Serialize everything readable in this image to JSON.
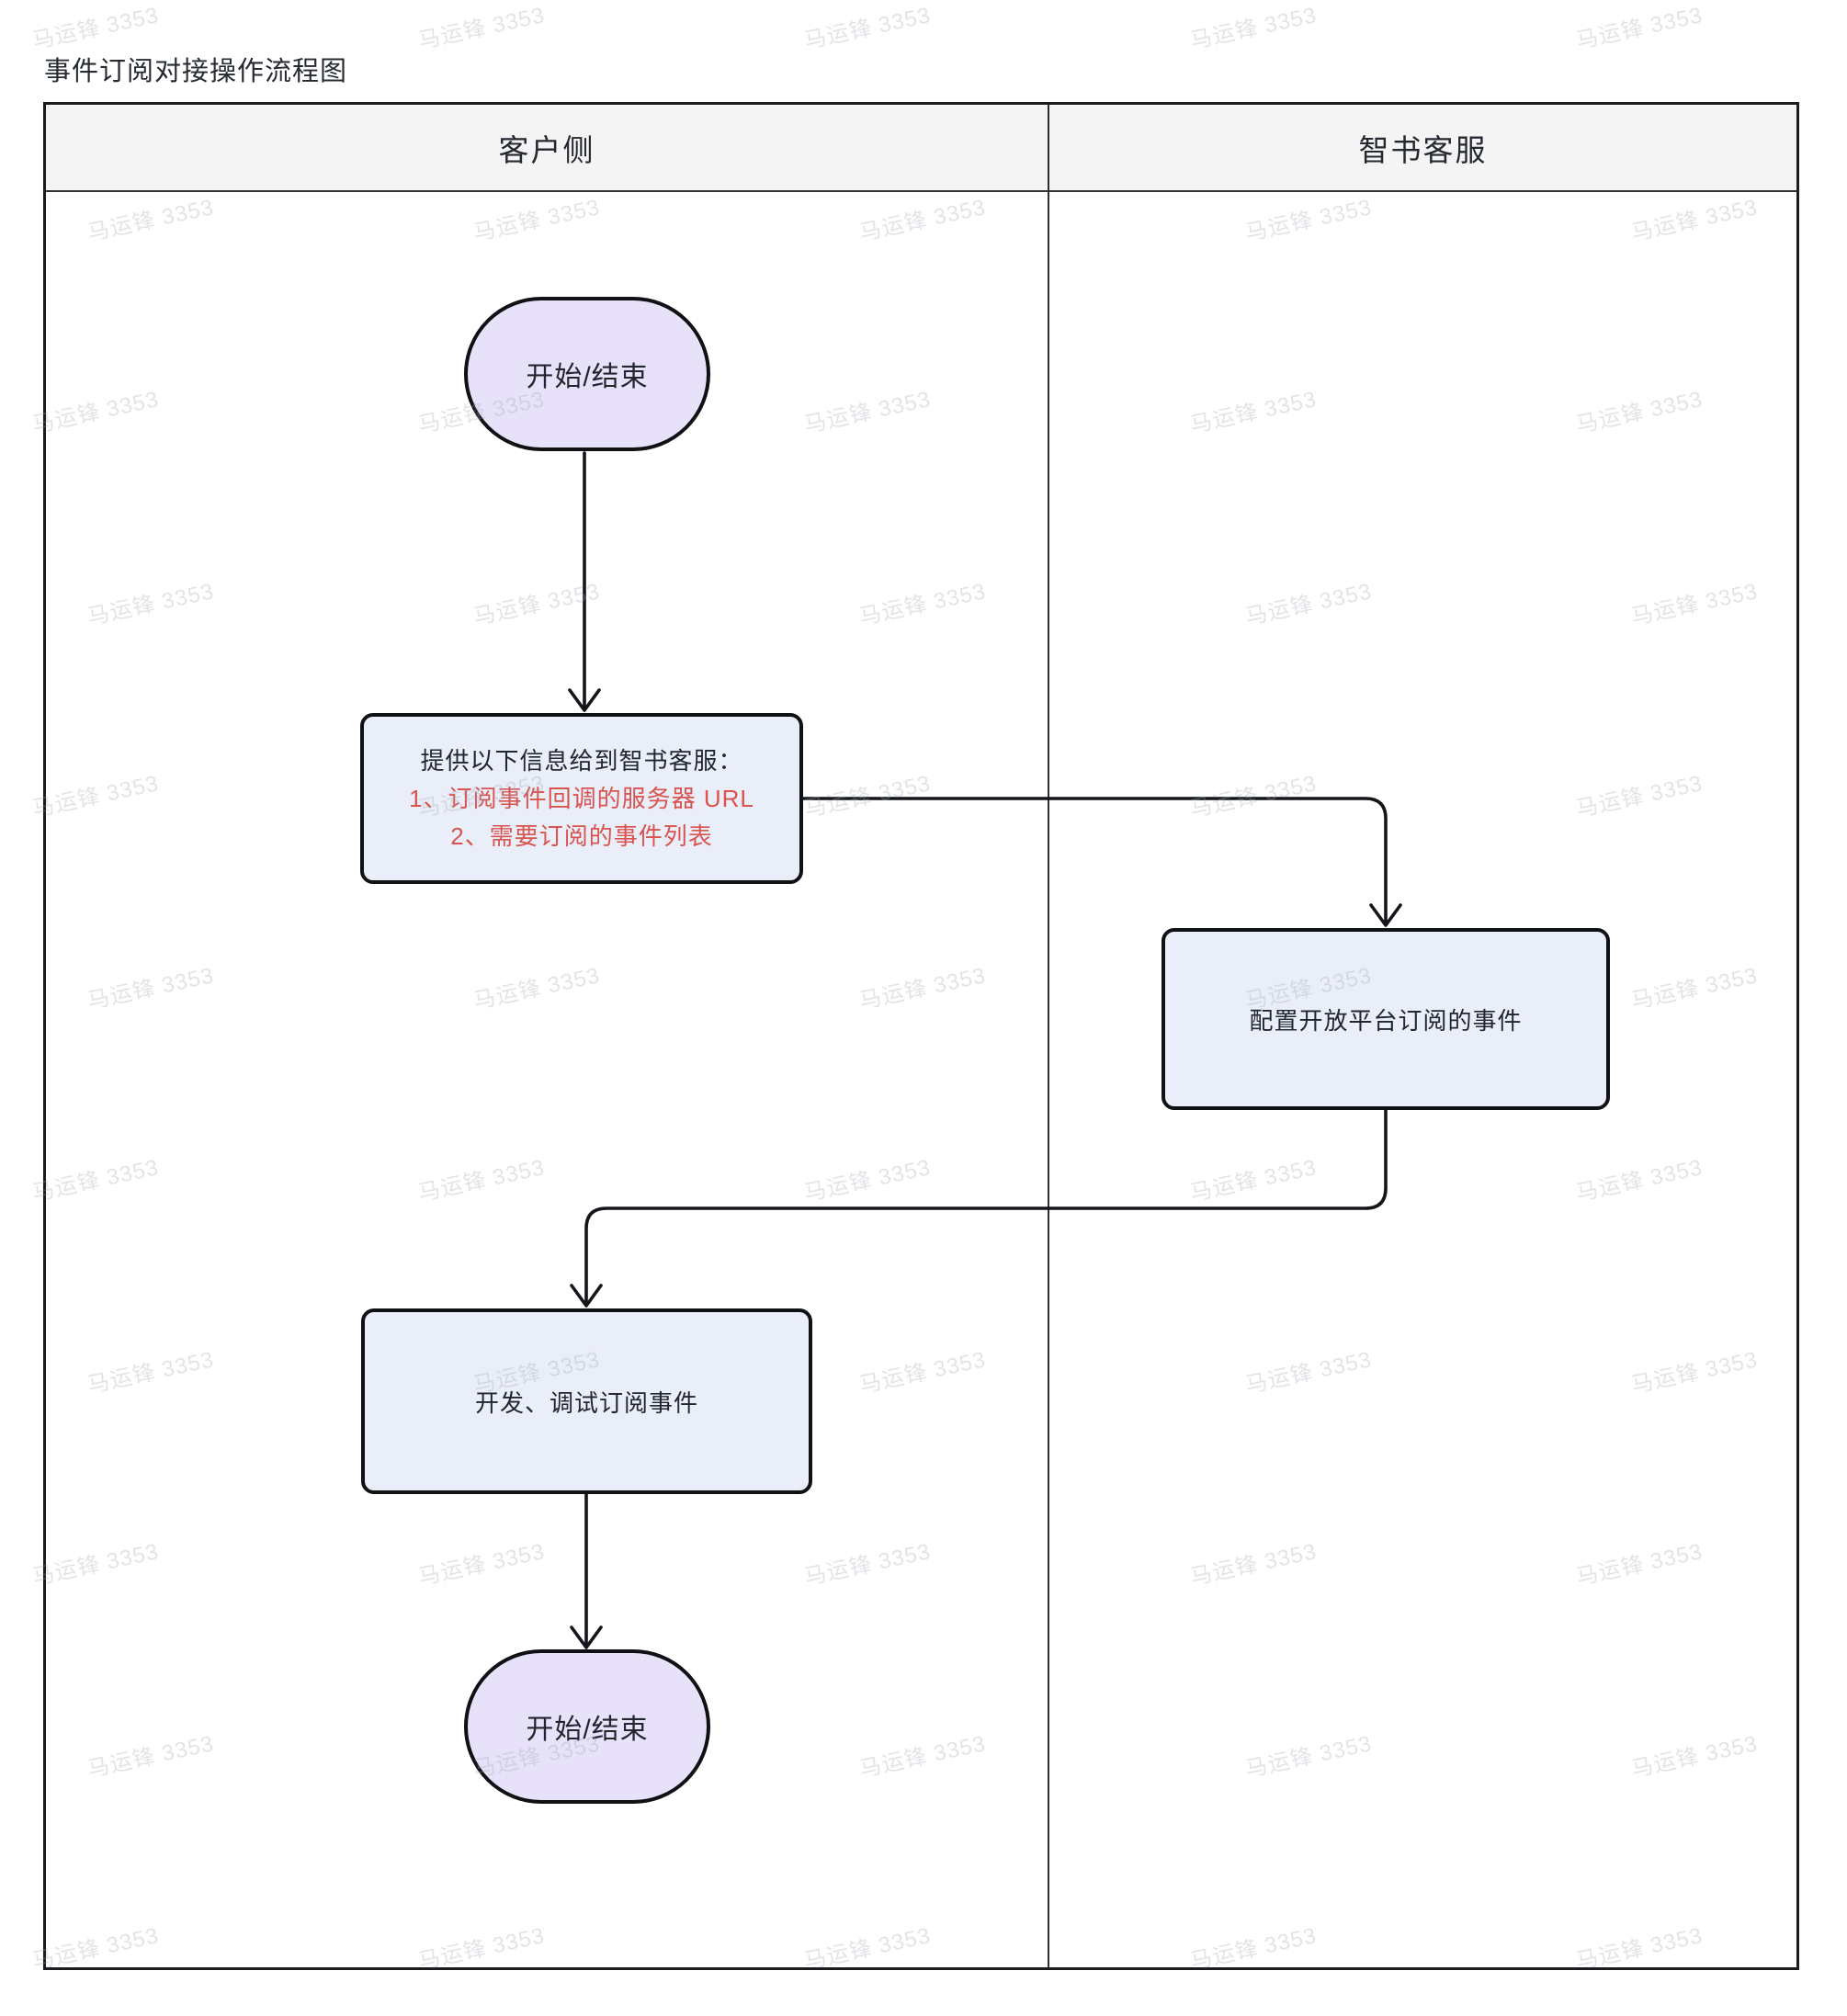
{
  "page": {
    "title": "事件订阅对接操作流程图"
  },
  "watermark": {
    "text": "马运锋 3353"
  },
  "lanes": {
    "left": {
      "label": "客户侧"
    },
    "right": {
      "label": "智书客服"
    }
  },
  "nodes": {
    "start": {
      "label": "开始/结束"
    },
    "provide_info": {
      "line1": "提供以下信息给到智书客服：",
      "line2": "1、订阅事件回调的服务器 URL",
      "line3": "2、需要订阅的事件列表"
    },
    "configure": {
      "label": "配置开放平台订阅的事件"
    },
    "develop": {
      "label": "开发、调试订阅事件"
    },
    "end": {
      "label": "开始/结束"
    }
  },
  "colors": {
    "terminal-fill": "#E8E1FA",
    "process-fill": "#EAEEF9",
    "highlight": "#D9534F",
    "line": "#13161A",
    "header-fill": "#F4F4F5"
  }
}
